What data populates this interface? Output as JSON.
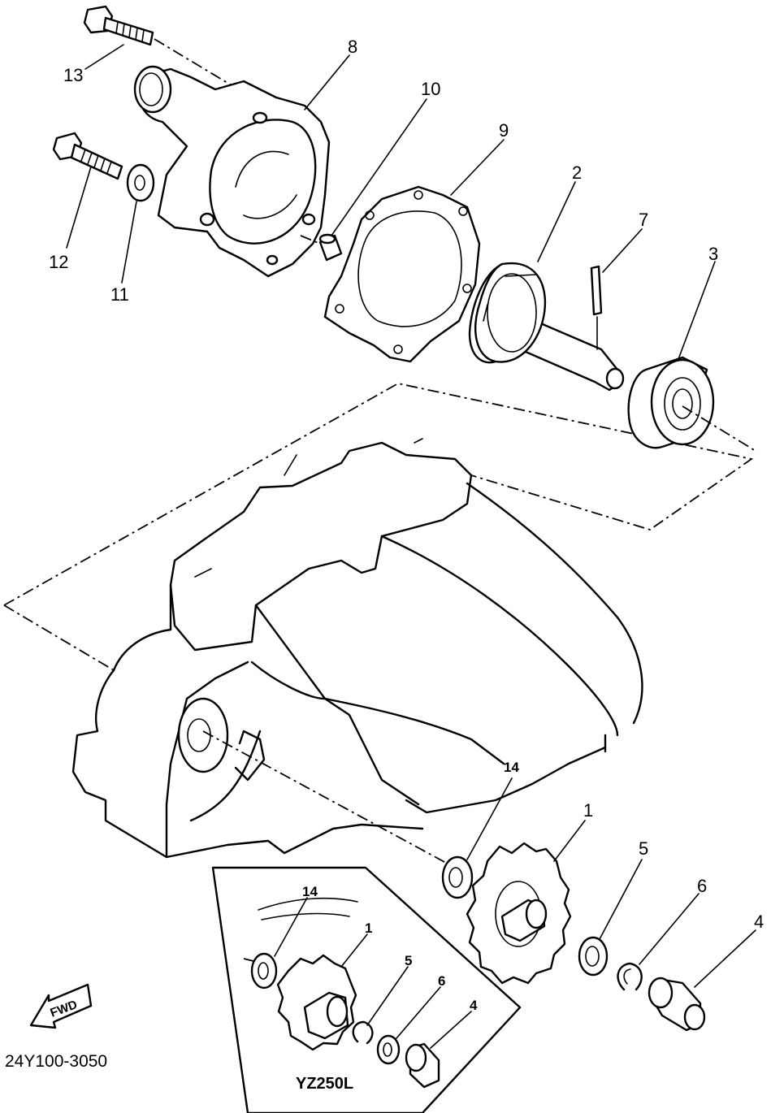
{
  "diagram": {
    "part_labels": {
      "p1": "1",
      "p2": "2",
      "p3": "3",
      "p4": "4",
      "p5": "5",
      "p6": "6",
      "p7": "7",
      "p8": "8",
      "p9": "9",
      "p10": "10",
      "p11": "11",
      "p12": "12",
      "p13": "13",
      "p14": "14"
    },
    "inset": {
      "model": "YZ250L",
      "part_labels": {
        "p1": "1",
        "p4": "4",
        "p5": "5",
        "p6": "6",
        "p14": "14"
      }
    },
    "fwd_label": "FWD",
    "drawing_code": "24Y100-3050"
  }
}
